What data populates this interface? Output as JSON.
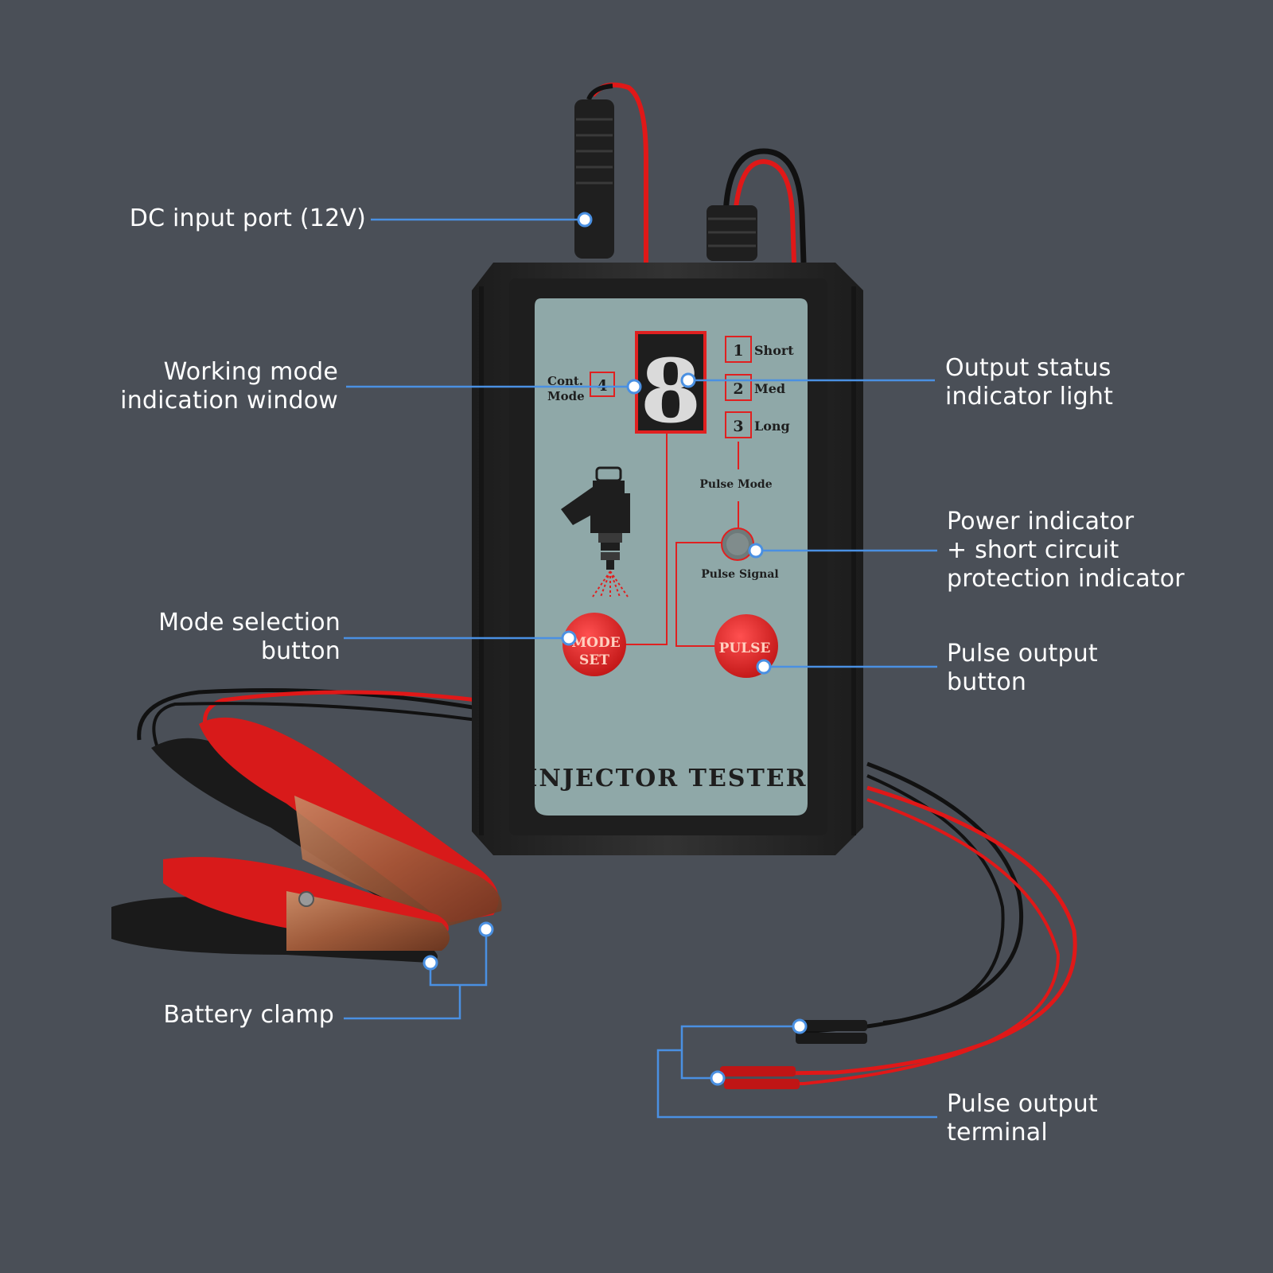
{
  "callouts": {
    "dc_input": [
      "DC input port (12V)"
    ],
    "working_mode": [
      "Working mode",
      "indication window"
    ],
    "output_status": [
      "Output status",
      "indicator light"
    ],
    "power_indicator": [
      "Power indicator",
      "+ short circuit",
      "protection indicator"
    ],
    "mode_selection": [
      "Mode selection",
      "button"
    ],
    "pulse_button": [
      "Pulse output",
      "button"
    ],
    "battery_clamp": [
      "Battery clamp"
    ],
    "pulse_terminal": [
      "Pulse output",
      "terminal"
    ]
  },
  "panel": {
    "title": "INJECTOR TESTER",
    "cont_mode": [
      "Cont.",
      "Mode"
    ],
    "cont_number": "4",
    "display_digit": "8",
    "pulse_modes": [
      {
        "number": "1",
        "label": "Short"
      },
      {
        "number": "2",
        "label": "Med"
      },
      {
        "number": "3",
        "label": "Long"
      }
    ],
    "pulse_mode_label": "Pulse Mode",
    "pulse_signal_label": "Pulse Signal",
    "mode_button": [
      "MODE",
      "SET"
    ],
    "pulse_button": "PULSE"
  },
  "colors": {
    "background": "#4a4f57",
    "leader": "#4a90e2",
    "panel": "#8fa8a8",
    "accent_red": "#e02020",
    "casing": "#2a2a2a"
  }
}
